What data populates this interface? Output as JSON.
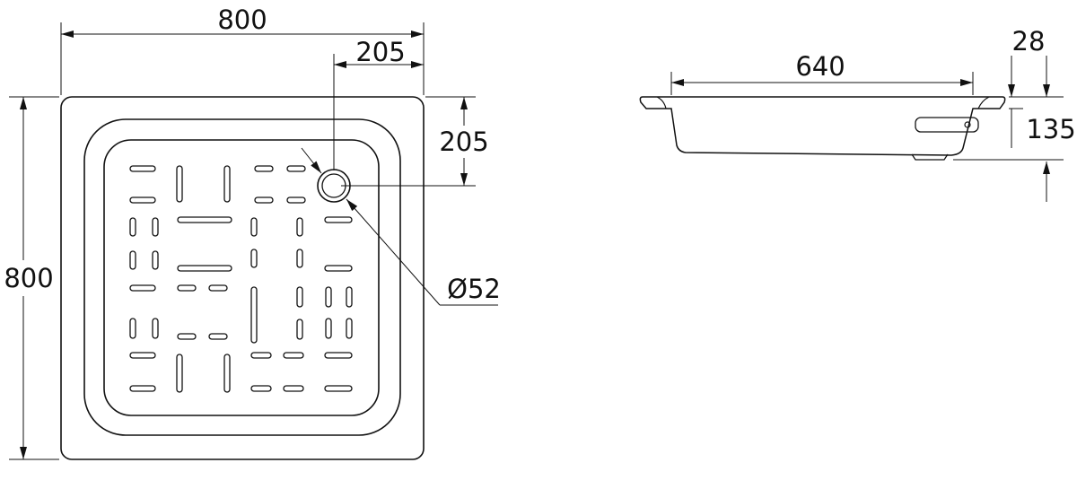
{
  "top_view": {
    "overall_width": "800",
    "overall_height": "800",
    "drain_offset_x": "205",
    "drain_offset_y": "205",
    "drain_diameter": "Ø52"
  },
  "side_view": {
    "inner_length": "640",
    "rim_thickness": "28",
    "total_height": "135"
  },
  "colors": {
    "line": "#111111",
    "background": "#ffffff"
  }
}
